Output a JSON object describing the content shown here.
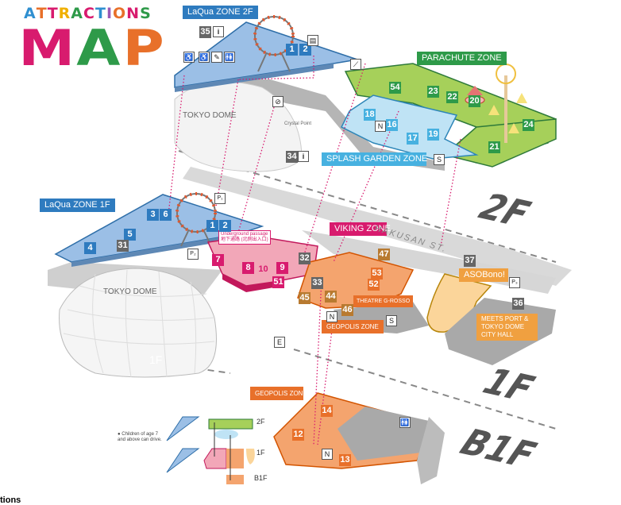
{
  "title": {
    "line1_letters": [
      "A",
      "T",
      "T",
      "R",
      "A",
      "C",
      "T",
      "I",
      "O",
      "N",
      "S"
    ],
    "line1_colors": [
      "#2f8fd0",
      "#e8702a",
      "#d81b6e",
      "#f0b000",
      "#2e9a49",
      "#d81b6e",
      "#2f8fd0",
      "#9b59b6",
      "#e8702a",
      "#d81b6e",
      "#2e9a49"
    ],
    "line2_letters": [
      "M",
      "A",
      "P"
    ],
    "line2_colors": [
      "#d81b6e",
      "#2e9a49",
      "#e8702a"
    ]
  },
  "zones": {
    "laqua_2f": "LaQua ZONE 2F",
    "laqua_1f": "LaQua ZONE 1F",
    "parachute": "PARACHUTE ZONE",
    "splash_garden": "SPLASH GARDEN ZONE",
    "viking": "VIKING ZONE",
    "geopolis_1f": "GEOPOLIS ZONE",
    "geopolis_b1f": "GEOPOLIS ZONE",
    "asobono": "ASOBono!",
    "meets_port": "MEETS PORT & TOKYO DOME CITY HALL",
    "theatre": "THEATRE G-ROSSO"
  },
  "labels": {
    "tokyo_dome_upper": "TOKYO DOME",
    "tokyo_dome_lower": "TOKYO DOME",
    "dome_floor": "1F",
    "crystal_point": "Crystal Point",
    "street": "HAKUSAN ST.",
    "underground_passage": "Underground passage 地下通路 (北側出入口)",
    "legend_note": "● Children of age 7 and above can drive.",
    "cut_off_text": "tions"
  },
  "floors": {
    "f2": "2F",
    "f1": "1F",
    "b1f": "B1F"
  },
  "mini_map": {
    "floor_2f": "2F",
    "floor_1f": "1F",
    "floor_b1f": "B1F"
  },
  "attractions": {
    "laqua2f": [
      "35",
      "1",
      "2"
    ],
    "laqua1f": [
      "3",
      "6",
      "1",
      "2",
      "5",
      "4",
      "31"
    ],
    "parachute": [
      "54",
      "23",
      "22",
      "20",
      "24",
      "21"
    ],
    "splash": [
      "18",
      "16",
      "17",
      "19",
      "34"
    ],
    "viking": [
      "7",
      "8",
      "10",
      "9",
      "51",
      "32"
    ],
    "geopolis1f": [
      "47",
      "53",
      "52",
      "33",
      "44",
      "45",
      "46",
      "37",
      "36"
    ],
    "geopolis_b1f": [
      "14",
      "12",
      "13"
    ]
  },
  "icons": {
    "info": "i",
    "locker": "N",
    "stroller": "S",
    "elevator": "E",
    "parking_p1": "P₁",
    "parking_p2": "P₂",
    "parking_p3": "P₃"
  },
  "colors": {
    "laqua_blue": "#9bbfe6",
    "parachute_green": "#a6d05a",
    "splash_sky": "#bfe3f5",
    "viking_pink": "#f2a7b8",
    "geopolis_orange": "#f4a46e",
    "asobono_yellow": "#fbd59a",
    "walkway_gray": "#b8b8b8"
  }
}
